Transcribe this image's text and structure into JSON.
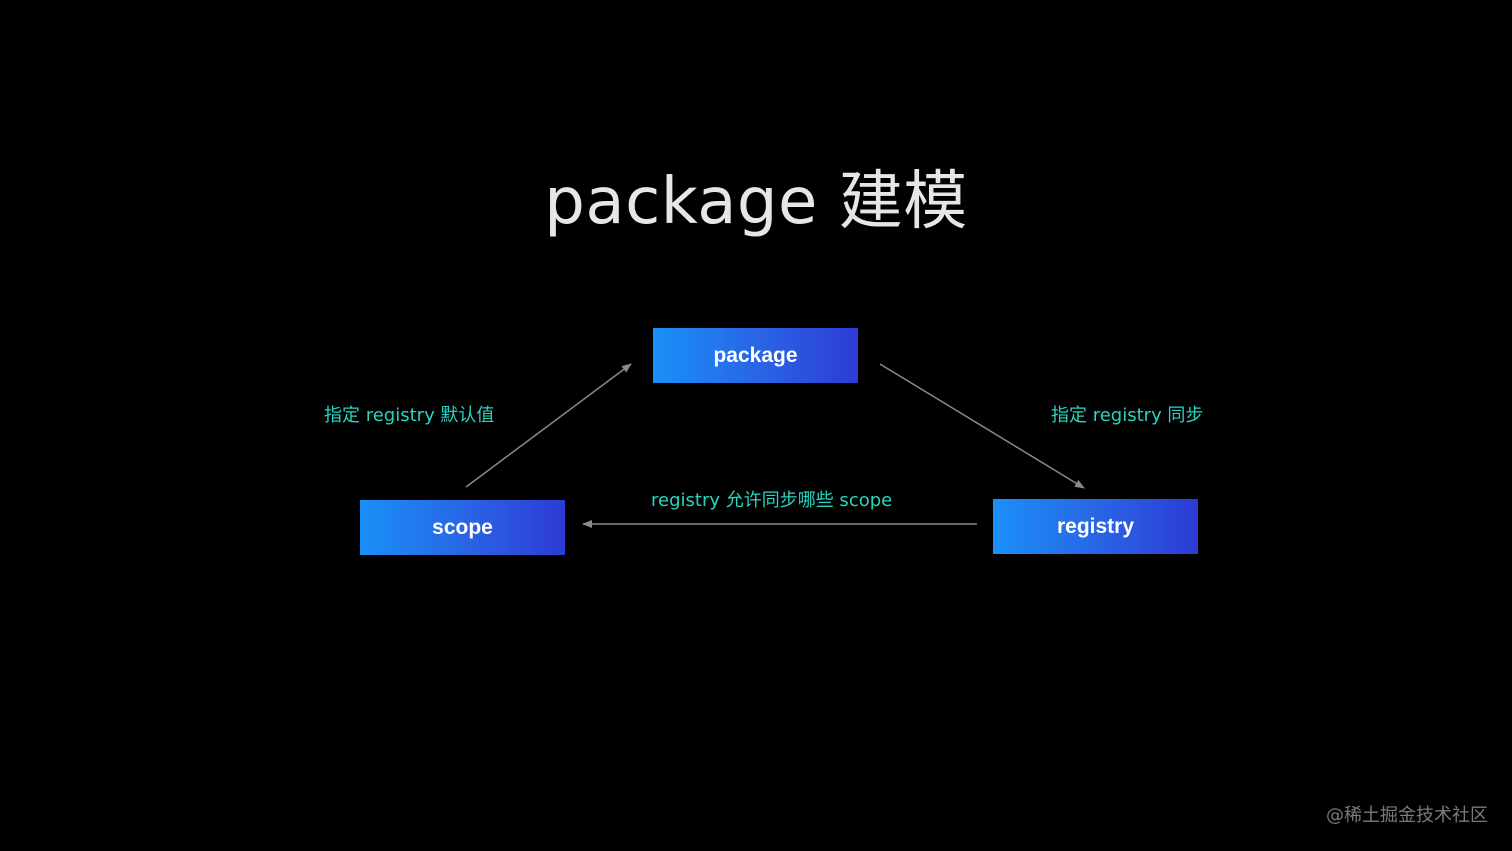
{
  "title": "package 建模",
  "nodes": {
    "package": "package",
    "scope": "scope",
    "registry": "registry"
  },
  "edges": {
    "scope_to_package": "指定 registry 默认值",
    "package_to_registry": "指定 registry 同步",
    "registry_to_scope": "registry 允许同步哪些 scope"
  },
  "colors": {
    "background": "#000000",
    "title": "#e6e6e6",
    "node_gradient_start": "#1a90f8",
    "node_gradient_end": "#2d3bd6",
    "edge_label": "#27d6c2",
    "arrow": "#8a8a8a",
    "watermark": "#7a7a7a"
  },
  "watermark": "@稀土掘金技术社区"
}
